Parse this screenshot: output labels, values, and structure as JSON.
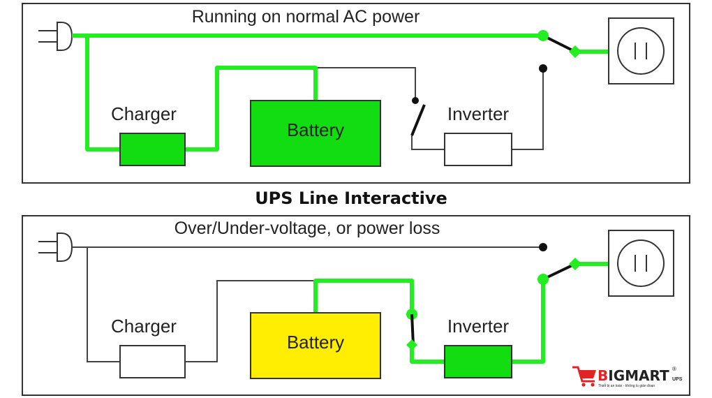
{
  "colors": {
    "active_wire": "#22ee22",
    "idle_wire": "#444444",
    "battery_charged": "#11dd11",
    "battery_discharging": "#ffee00",
    "brand_red": "#e02424",
    "brand_dark": "#222222"
  },
  "heading": "UPS Line Interactive",
  "panel_top": {
    "title": "Running on normal AC power",
    "charger_label": "Charger",
    "battery_label": "Battery",
    "inverter_label": "Inverter"
  },
  "panel_bottom": {
    "title": "Over/Under-voltage, or power loss",
    "charger_label": "Charger",
    "battery_label": "Battery",
    "inverter_label": "Inverter"
  },
  "logo": {
    "name": "BIGMART",
    "sup": "UPS",
    "registered": "®",
    "tagline": "Thiết bị an toàn - không lo gián đoạn",
    "icon": "shopping-cart-icon"
  }
}
